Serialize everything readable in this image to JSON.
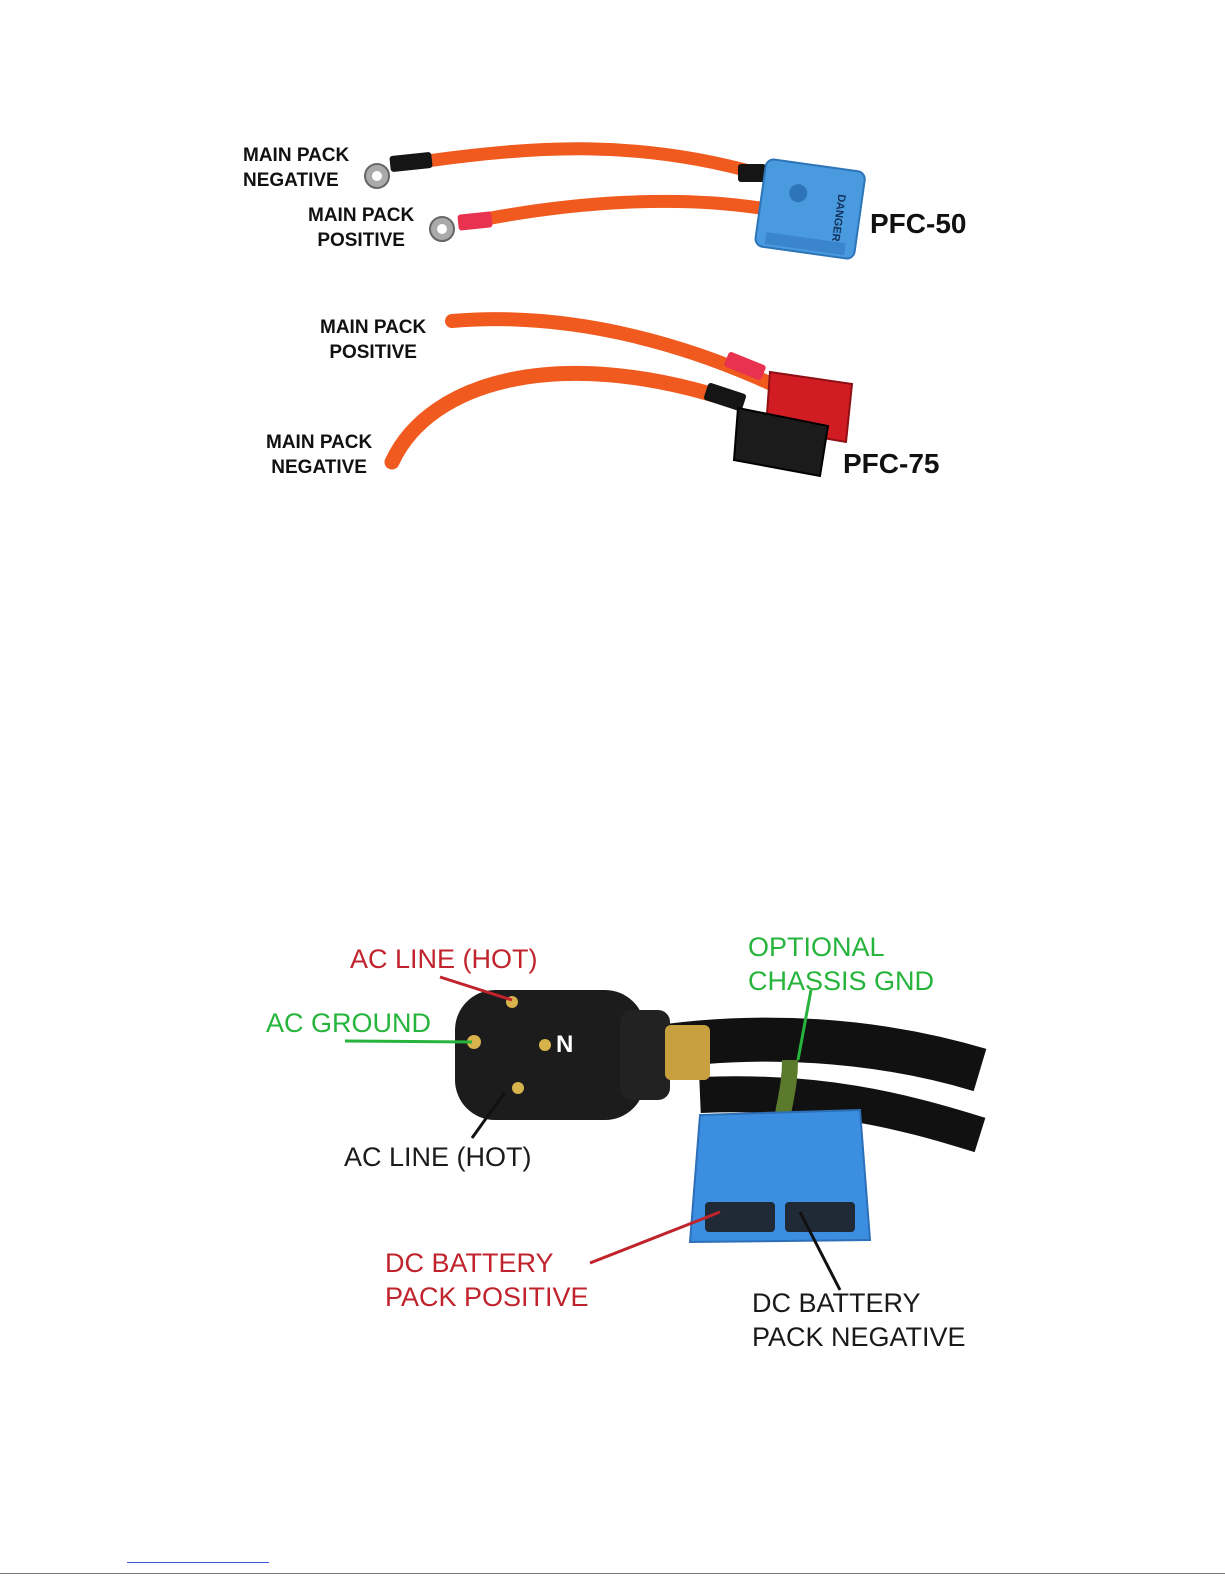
{
  "figure1": {
    "pfc50": {
      "model": "PFC-50",
      "negative_label": [
        "MAIN PACK",
        "NEGATIVE"
      ],
      "positive_label": [
        "MAIN PACK",
        "POSITIVE"
      ],
      "connector_text": "DANGER"
    },
    "pfc75": {
      "model": "PFC-75",
      "positive_label": [
        "MAIN PACK",
        "POSITIVE"
      ],
      "negative_label": [
        "MAIN PACK",
        "NEGATIVE"
      ]
    }
  },
  "figure2": {
    "ac_line_hot_top": "AC LINE (HOT)",
    "ac_ground": "AC GROUND",
    "neutral": "N",
    "ac_line_hot_bottom": "AC LINE (HOT)",
    "optional_chassis_gnd": [
      "OPTIONAL",
      "CHASSIS GND"
    ],
    "dc_pack_positive": [
      "DC BATTERY",
      "PACK POSITIVE"
    ],
    "dc_pack_negative": [
      "DC BATTERY",
      "PACK NEGATIVE"
    ]
  },
  "colors": {
    "orange_cable": "#f05a1e",
    "blue_connector": "#4a9ae0",
    "red_connector": "#d21c24",
    "label_red": "#c0232c",
    "label_green": "#27b43c"
  }
}
